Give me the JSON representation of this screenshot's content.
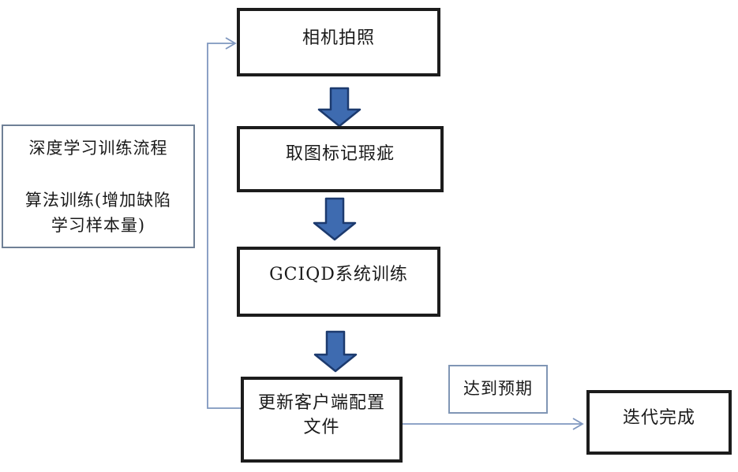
{
  "colors": {
    "box-border": "#1c1c1c",
    "thin-border-gray": "#6f8096",
    "thin-border-blue": "#8096b5",
    "line-blue": "#7f97bf",
    "arrow-fill": "#3e6bb0",
    "arrow-stroke": "#1c3a6e",
    "text": "#1a1a1a"
  },
  "diagram": {
    "left_note": {
      "line1": "深度学习训练流程",
      "line2": "算法训练(增加缺陷",
      "line3": "学习样本量)"
    },
    "steps": {
      "step1": "相机拍照",
      "step2": "取图标记瑕疵",
      "step3": "GCIQD系统训练",
      "step4_line1": "更新客户端配置",
      "step4_line2": "文件",
      "condition": "达到预期",
      "end": "迭代完成"
    }
  }
}
